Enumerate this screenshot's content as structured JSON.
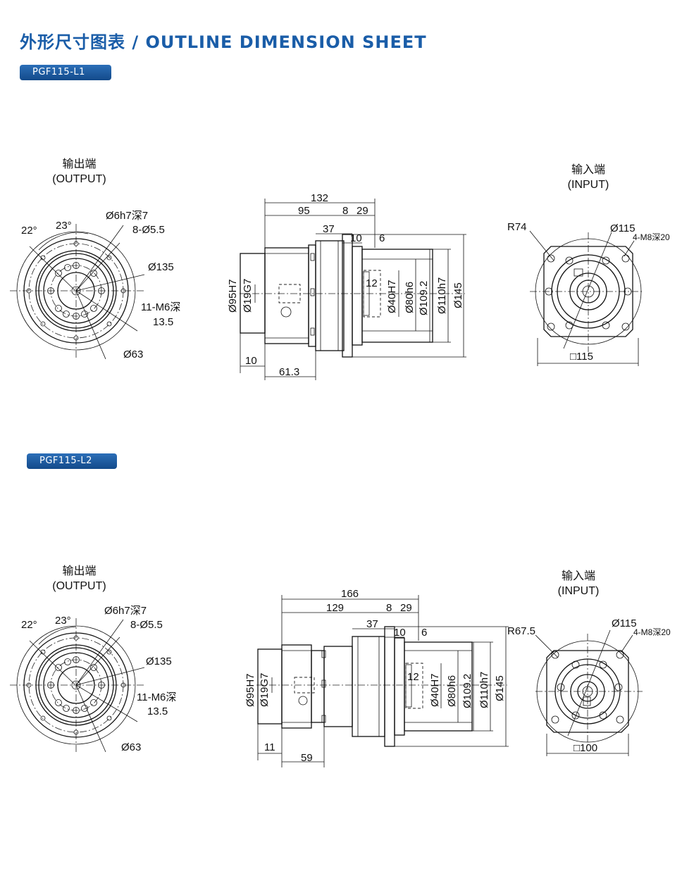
{
  "page": {
    "title": "外形尺寸图表 / OUTLINE DIMENSION SHEET",
    "accent_color": "#1a5da8"
  },
  "models": [
    {
      "name": "PGF115-L1",
      "output": {
        "label_cn": "输出端",
        "label_en": "(OUTPUT)",
        "dims": [
          "22°",
          "23°",
          "Ø6h7深7",
          "8-Ø5.5",
          "Ø135",
          "11-M6深",
          "13.5",
          "Ø63"
        ]
      },
      "side": {
        "dims": [
          "132",
          "95",
          "8",
          "29",
          "37",
          "10",
          "6",
          "Ø95H7",
          "Ø19G7",
          "12",
          "Ø40H7",
          "Ø80h6",
          "Ø109.2",
          "Ø110h7",
          "Ø145",
          "10",
          "61.3"
        ]
      },
      "input": {
        "label_cn": "输入端",
        "label_en": "(INPUT)",
        "dims": [
          "R74",
          "Ø115",
          "4-M8深20",
          "□115"
        ]
      }
    },
    {
      "name": "PGF115-L2",
      "output": {
        "label_cn": "输出端",
        "label_en": "(OUTPUT)",
        "dims": [
          "22°",
          "23°",
          "Ø6h7深7",
          "8-Ø5.5",
          "Ø135",
          "11-M6深",
          "13.5",
          "Ø63"
        ]
      },
      "side": {
        "dims": [
          "166",
          "129",
          "8",
          "29",
          "37",
          "10",
          "6",
          "Ø95H7",
          "Ø19G7",
          "12",
          "Ø40H7",
          "Ø80h6",
          "Ø109.2",
          "Ø110h7",
          "Ø145",
          "11",
          "59"
        ]
      },
      "input": {
        "label_cn": "输入端",
        "label_en": "(INPUT)",
        "dims": [
          "R67.5",
          "Ø115",
          "4-M8深20",
          "□100"
        ]
      }
    }
  ]
}
